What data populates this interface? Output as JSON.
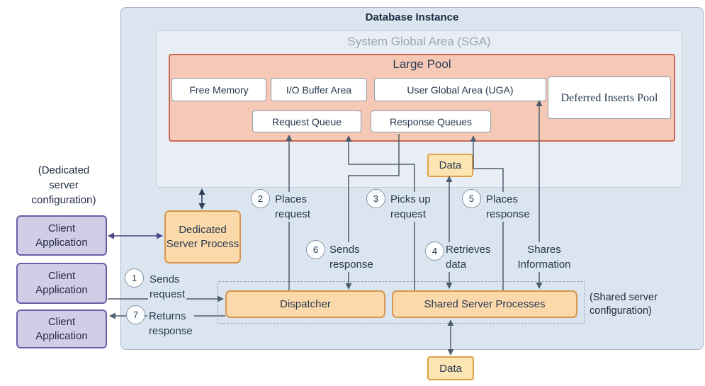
{
  "database_instance": {
    "title": "Database Instance"
  },
  "sga": {
    "title": "System Global Area (SGA)"
  },
  "large_pool": {
    "title": "Large Pool",
    "boxes": {
      "free_memory": "Free Memory",
      "io_buffer": "I/O Buffer Area",
      "uga": "User Global Area (UGA)",
      "deferred": "Deferred Inserts Pool",
      "request_queue": "Request Queue",
      "response_queues": "Response Queues"
    }
  },
  "data_box_top": "Data",
  "data_box_bottom": "Data",
  "processes": {
    "dedicated_server": "Dedicated Server Process",
    "dispatcher": "Dispatcher",
    "shared_servers": "Shared Server Processes"
  },
  "clients": [
    "Client Application",
    "Client Application",
    "Client Application"
  ],
  "config_labels": {
    "dedicated": [
      "(Dedicated",
      "server",
      "configuration)"
    ],
    "shared": [
      "(Shared server",
      "configuration)"
    ]
  },
  "steps": [
    {
      "num": "1",
      "lines": [
        "Sends",
        "request"
      ]
    },
    {
      "num": "2",
      "lines": [
        "Places",
        "request"
      ]
    },
    {
      "num": "3",
      "lines": [
        "Picks up",
        "request"
      ]
    },
    {
      "num": "4",
      "lines": [
        "Retrieves",
        "data"
      ]
    },
    {
      "num": "5",
      "lines": [
        "Places",
        "response"
      ]
    },
    {
      "num": "6",
      "lines": [
        "Sends",
        "response"
      ]
    },
    {
      "num": "7",
      "lines": [
        "Returns",
        "response"
      ]
    }
  ],
  "shares_label": {
    "lines": [
      "Shares",
      "Information"
    ]
  },
  "palette": {
    "region_fill": "#dbe5f0",
    "sga_fill": "#e9eef5",
    "large_pool_fill": "#f6c8b6",
    "large_pool_border": "#c96a55",
    "process_fill": "#fbd9ab",
    "process_border": "#d9964a",
    "data_fill": "#fce5b2",
    "data_border": "#dfa045",
    "client_fill": "#d3cce6",
    "client_border": "#6c5fa7",
    "arrow_gray": "#4e5d6d",
    "arrow_purple": "#4a4486",
    "arrow_navy": "#2f3d59"
  }
}
